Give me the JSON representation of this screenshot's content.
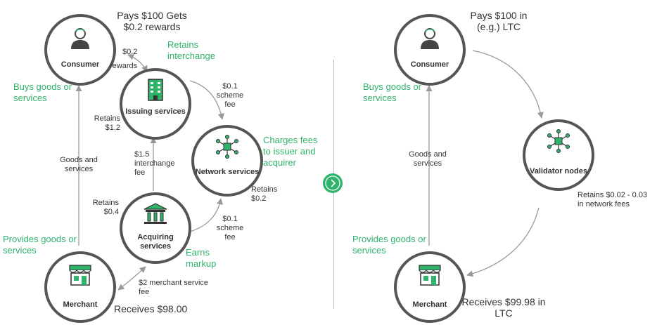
{
  "colors": {
    "accent": "#2db36a",
    "node_border": "#555555",
    "arrow": "#999999",
    "text": "#333333"
  },
  "left": {
    "nodes": {
      "consumer": {
        "label": "Consumer",
        "icon": "person-icon"
      },
      "issuing": {
        "label": "Issuing\nservices",
        "icon": "office-building-icon"
      },
      "network": {
        "label": "Network\nservices",
        "icon": "network-cube-icon"
      },
      "acquiring": {
        "label": "Acquiring\nservices",
        "icon": "bank-icon"
      },
      "merchant": {
        "label": "Merchant",
        "icon": "storefront-icon"
      }
    },
    "annotations": {
      "pays": "Pays $100 Gets\n$0.2 rewards",
      "rewards_amount": "$0.2",
      "rewards_word": "rewards",
      "retains_interchange": "Retains\ninterchange",
      "scheme_fee_top": "$0.1\nscheme\nfee",
      "buys": "Buys goods or\nservices",
      "retains_issuer": "Retains\n$1.2",
      "charges_fees": "Charges fees\nto issuer and\nacquirer",
      "goods_services": "Goods and\nservices",
      "interchange_fee": "$1.5\ninterchange\nfee",
      "retains_network": "Retains\n$0.2",
      "retains_acquirer": "Retains\n$0.4",
      "scheme_fee_bottom": "$0.1\nscheme\nfee",
      "provides": "Provides goods or\nservices",
      "earns_markup": "Earns\nmarkup",
      "merchant_fee": "$2 merchant service\nfee",
      "receives": "Receives $98.00"
    }
  },
  "right": {
    "nodes": {
      "consumer": {
        "label": "Consumer",
        "icon": "person-icon"
      },
      "validator": {
        "label": "Validator\nnodes",
        "icon": "network-cube-icon"
      },
      "merchant": {
        "label": "Merchant",
        "icon": "storefront-icon"
      }
    },
    "annotations": {
      "pays": "Pays $100 in\n(e.g.) LTC",
      "buys": "Buys goods or\nservices",
      "goods_services": "Goods and\nservices",
      "retains_validator": "Retains $0.02 - 0.03\nin network fees",
      "provides": "Provides goods or\nservices",
      "receives": "Receives $99.98 in\nLTC"
    }
  },
  "next_button": {
    "icon": "chevron-right-icon"
  }
}
